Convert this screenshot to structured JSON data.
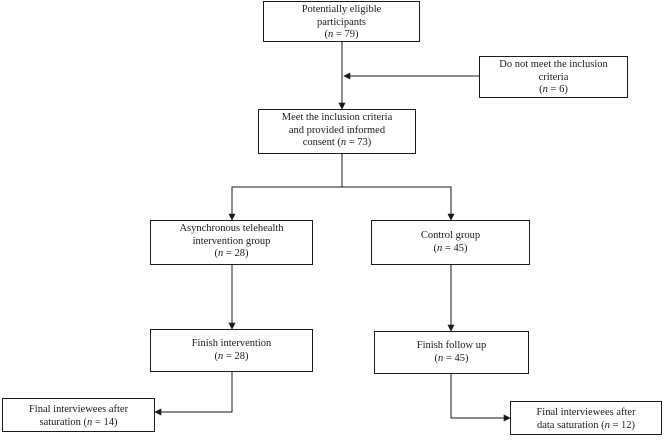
{
  "boxes": {
    "eligible": {
      "line1": "Potentially eligible",
      "line2": "participants",
      "n_var": "n",
      "n_rest": " = 79)"
    },
    "excluded": {
      "line1": "Do not meet the inclusion",
      "line2": "criteria",
      "n_var": "n",
      "n_rest": " = 6)"
    },
    "consent": {
      "line1": "Meet the inclusion criteria",
      "line2": "and provided informed",
      "line3_prefix": "consent (",
      "n_var": "n",
      "n_rest": " = 73)"
    },
    "intervention_group": {
      "line1": "Asynchronous telehealth",
      "line2": "intervention group",
      "n_var": "n",
      "n_rest": " = 28)"
    },
    "control_group": {
      "line1": "Control group",
      "n_var": "n",
      "n_rest": " = 45)"
    },
    "finish_intervention": {
      "line1": "Finish intervention",
      "n_var": "n",
      "n_rest": " = 28)"
    },
    "finish_followup": {
      "line1": "Finish follow up",
      "n_var": "n",
      "n_rest": " = 45)"
    },
    "final_intervention": {
      "line1": "Final interviewees after",
      "line2_prefix": "saturation (",
      "n_var": "n",
      "n_rest": " = 14)"
    },
    "final_control": {
      "line1": "Final interviewees after",
      "line2_prefix": "data saturation (",
      "n_var": "n",
      "n_rest": " = 12)"
    }
  },
  "colors": {
    "line": "#1a1a1a",
    "background": "#ffffff"
  }
}
